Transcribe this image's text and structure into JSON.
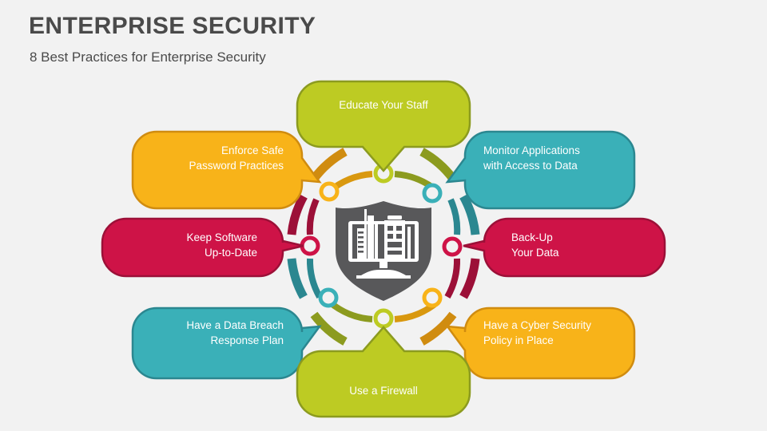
{
  "header": {
    "title": "ENTERPRISE SECURITY",
    "subtitle": "8 Best Practices for Enterprise Security",
    "title_color": "#4a4a4a"
  },
  "theme": {
    "background": "#f2f2f2",
    "green": "#bdcb23",
    "green_dark": "#8c9b1f",
    "orange": "#f8b319",
    "orange_dark": "#d08c10",
    "crimson": "#ce1347",
    "crimson_dark": "#9c1038",
    "teal": "#3ab0b8",
    "teal_dark": "#2b8790",
    "shield_gray": "#58585a",
    "label_text": "#ffffff"
  },
  "center": {
    "icon": "shield-with-buildings-monitor-icon",
    "shield_color": "#58585a",
    "inner_color": "#ffffff"
  },
  "practices": [
    {
      "id": "educate-your-staff",
      "position": "top",
      "label": "Educate Your Staff",
      "color": "#bdcb23",
      "stroke": "#8c9b1f",
      "marker_color": "#bdcb23",
      "align": "center"
    },
    {
      "id": "monitor-applications",
      "position": "top-right",
      "label": "Monitor Applications\nwith Access to Data",
      "color": "#3ab0b8",
      "stroke": "#2b8790",
      "marker_color": "#3ab0b8",
      "align": "left"
    },
    {
      "id": "back-up-your-data",
      "position": "right",
      "label": "Back-Up\nYour Data",
      "color": "#ce1347",
      "stroke": "#9c1038",
      "marker_color": "#ce1347",
      "align": "left"
    },
    {
      "id": "cyber-security-policy",
      "position": "bottom-right",
      "label": "Have a Cyber Security\nPolicy in Place",
      "color": "#f8b319",
      "stroke": "#d08c10",
      "marker_color": "#f8b319",
      "align": "left"
    },
    {
      "id": "use-a-firewall",
      "position": "bottom",
      "label": "Use a Firewall",
      "color": "#bdcb23",
      "stroke": "#8c9b1f",
      "marker_color": "#bdcb23",
      "align": "center"
    },
    {
      "id": "data-breach-response-plan",
      "position": "bottom-left",
      "label": "Have a Data Breach\nResponse Plan",
      "color": "#3ab0b8",
      "stroke": "#2b8790",
      "marker_color": "#3ab0b8",
      "align": "right"
    },
    {
      "id": "keep-software-up-to-date",
      "position": "left",
      "label": "Keep Software\nUp-to-Date",
      "color": "#ce1347",
      "stroke": "#9c1038",
      "marker_color": "#ce1347",
      "align": "right"
    },
    {
      "id": "enforce-safe-password-practices",
      "position": "top-left",
      "label": "Enforce Safe\nPassword Practices",
      "color": "#f8b319",
      "stroke": "#d08c10",
      "marker_color": "#f8b319",
      "align": "right"
    }
  ]
}
